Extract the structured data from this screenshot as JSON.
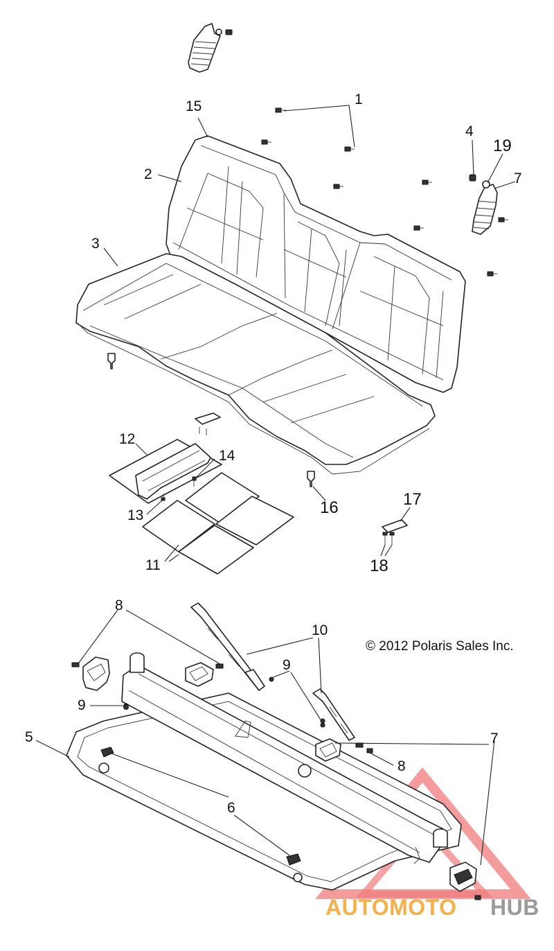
{
  "diagram": {
    "callouts": [
      {
        "id": "c1",
        "label": "1"
      },
      {
        "id": "c15",
        "label": "15"
      },
      {
        "id": "c2",
        "label": "2"
      },
      {
        "id": "c4",
        "label": "4"
      },
      {
        "id": "c19",
        "label": "19"
      },
      {
        "id": "c7a",
        "label": "7"
      },
      {
        "id": "c3",
        "label": "3"
      },
      {
        "id": "c12",
        "label": "12"
      },
      {
        "id": "c14",
        "label": "14"
      },
      {
        "id": "c13",
        "label": "13"
      },
      {
        "id": "c16",
        "label": "16"
      },
      {
        "id": "c17",
        "label": "17"
      },
      {
        "id": "c11",
        "label": "11"
      },
      {
        "id": "c18",
        "label": "18"
      },
      {
        "id": "c8a",
        "label": "8"
      },
      {
        "id": "c10",
        "label": "10"
      },
      {
        "id": "c9a",
        "label": "9"
      },
      {
        "id": "c9b",
        "label": "9"
      },
      {
        "id": "c5",
        "label": "5"
      },
      {
        "id": "c7b",
        "label": "7"
      },
      {
        "id": "c8b",
        "label": "8"
      },
      {
        "id": "c6",
        "label": "6"
      }
    ],
    "copyright": "© 2012 Polaris Sales Inc.",
    "watermark": {
      "part1": "AUTOMOTO",
      "part2": "HUB",
      "color_accent": "#f07a7a",
      "color_orange": "#f5b04a",
      "color_gray": "#9a9a9a"
    }
  }
}
